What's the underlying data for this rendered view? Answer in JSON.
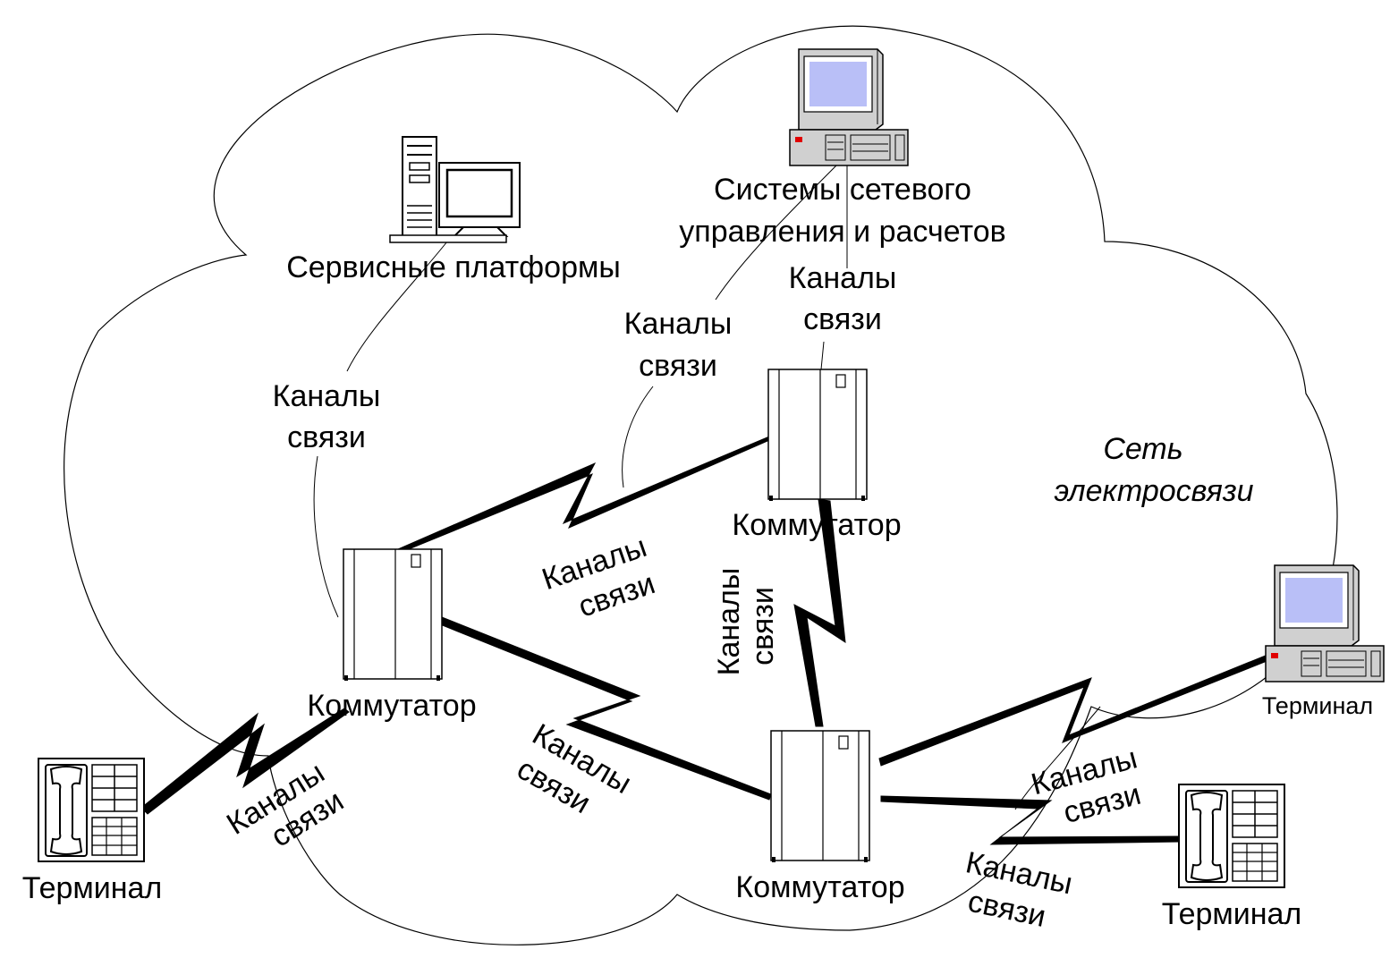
{
  "labels": {
    "service_platforms": "Сервисные платформы",
    "network_mgmt_line1": "Системы сетевого",
    "network_mgmt_line2": "управления и расчетов",
    "network_line1": "Сеть",
    "network_line2": "электросвязи",
    "switch": "Коммутатор",
    "terminal": "Терминал",
    "channels_line1": "Каналы",
    "channels_line2": "связи"
  },
  "colors": {
    "line": "#000000",
    "screen": "#b9bff7",
    "device_body": "#d0d0d0",
    "indicator": "#e00000"
  },
  "icons": {
    "switch": "rack-cabinet-icon",
    "phone": "telephone-icon",
    "pc": "desktop-computer-icon",
    "tower": "tower-computer-icon"
  }
}
